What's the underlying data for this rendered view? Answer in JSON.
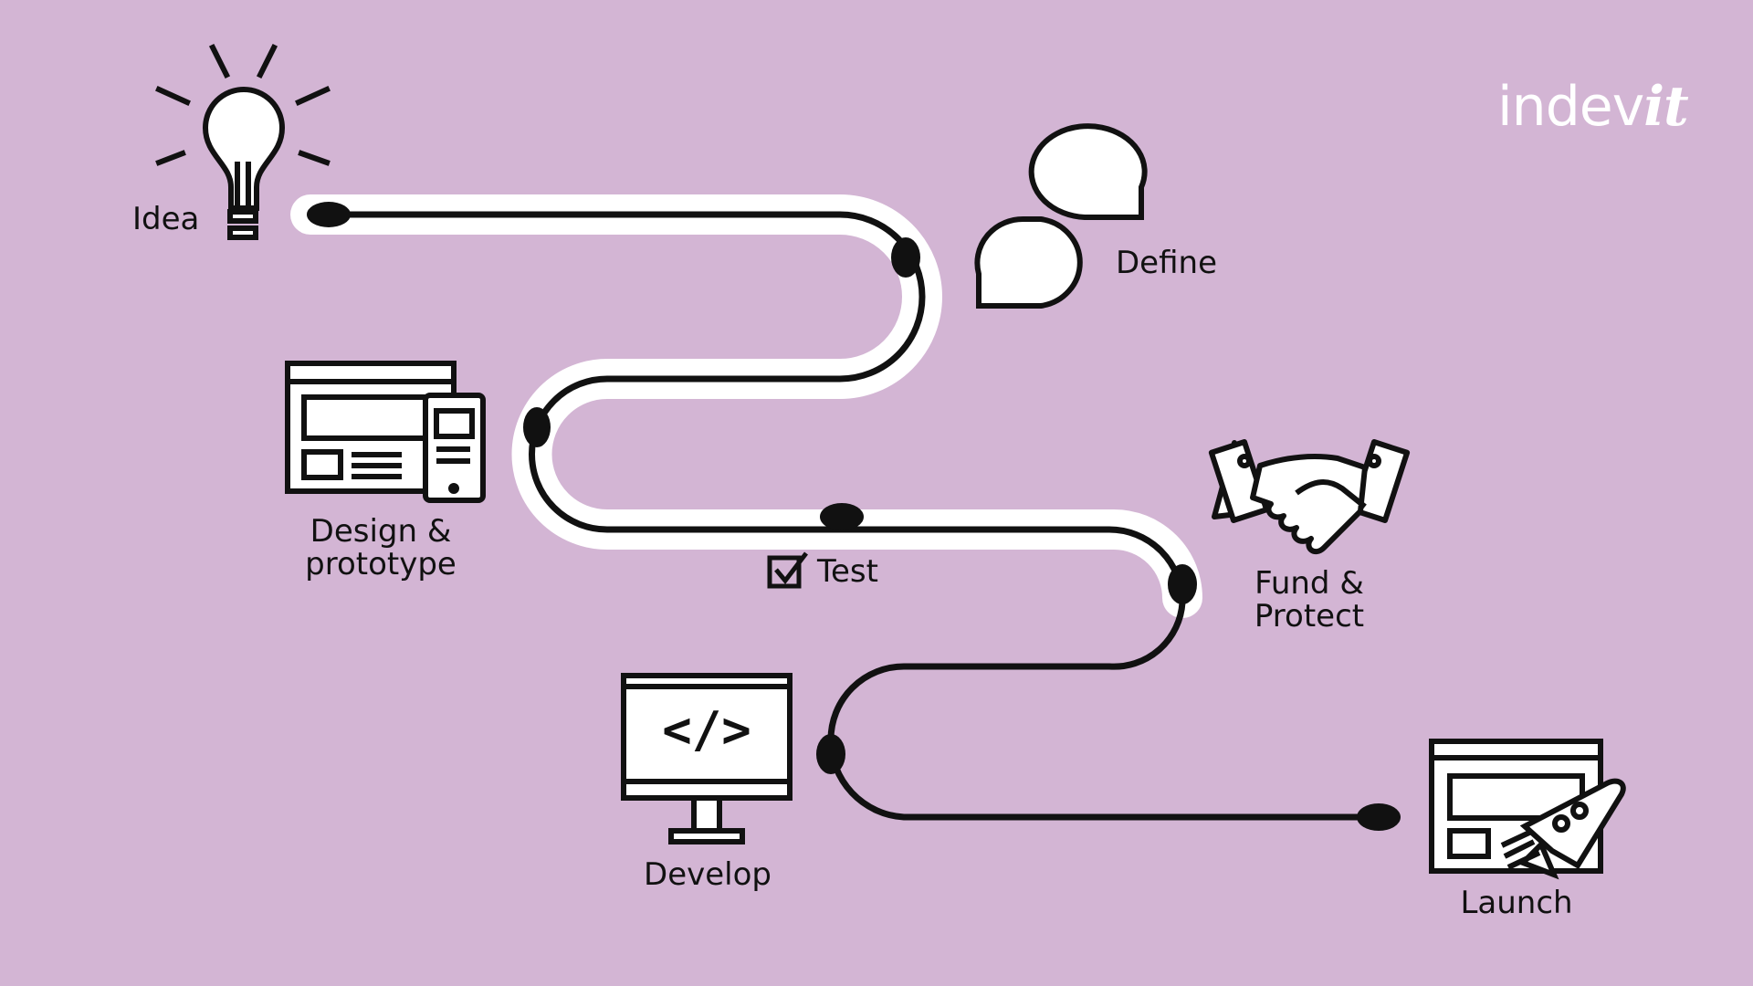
{
  "brand": {
    "logo_main": "indev",
    "logo_accent": "it"
  },
  "colors": {
    "background": "#d3b5d4",
    "line": "#111111",
    "highlight": "#ffffff"
  },
  "steps": [
    {
      "label": "Idea",
      "icon": "lightbulb-icon"
    },
    {
      "label": "Define",
      "icon": "speech-bubbles-icon"
    },
    {
      "label_line1": "Design &",
      "label_line2": "prototype",
      "icon": "browser-mobile-icon"
    },
    {
      "label": "Test",
      "icon": "checkbox-icon"
    },
    {
      "label_line1": "Fund &",
      "label_line2": "Protect",
      "icon": "handshake-icon"
    },
    {
      "label": "Develop",
      "icon": "code-monitor-icon",
      "code_symbol": "</>"
    },
    {
      "label": "Launch",
      "icon": "rocket-browser-icon"
    }
  ]
}
